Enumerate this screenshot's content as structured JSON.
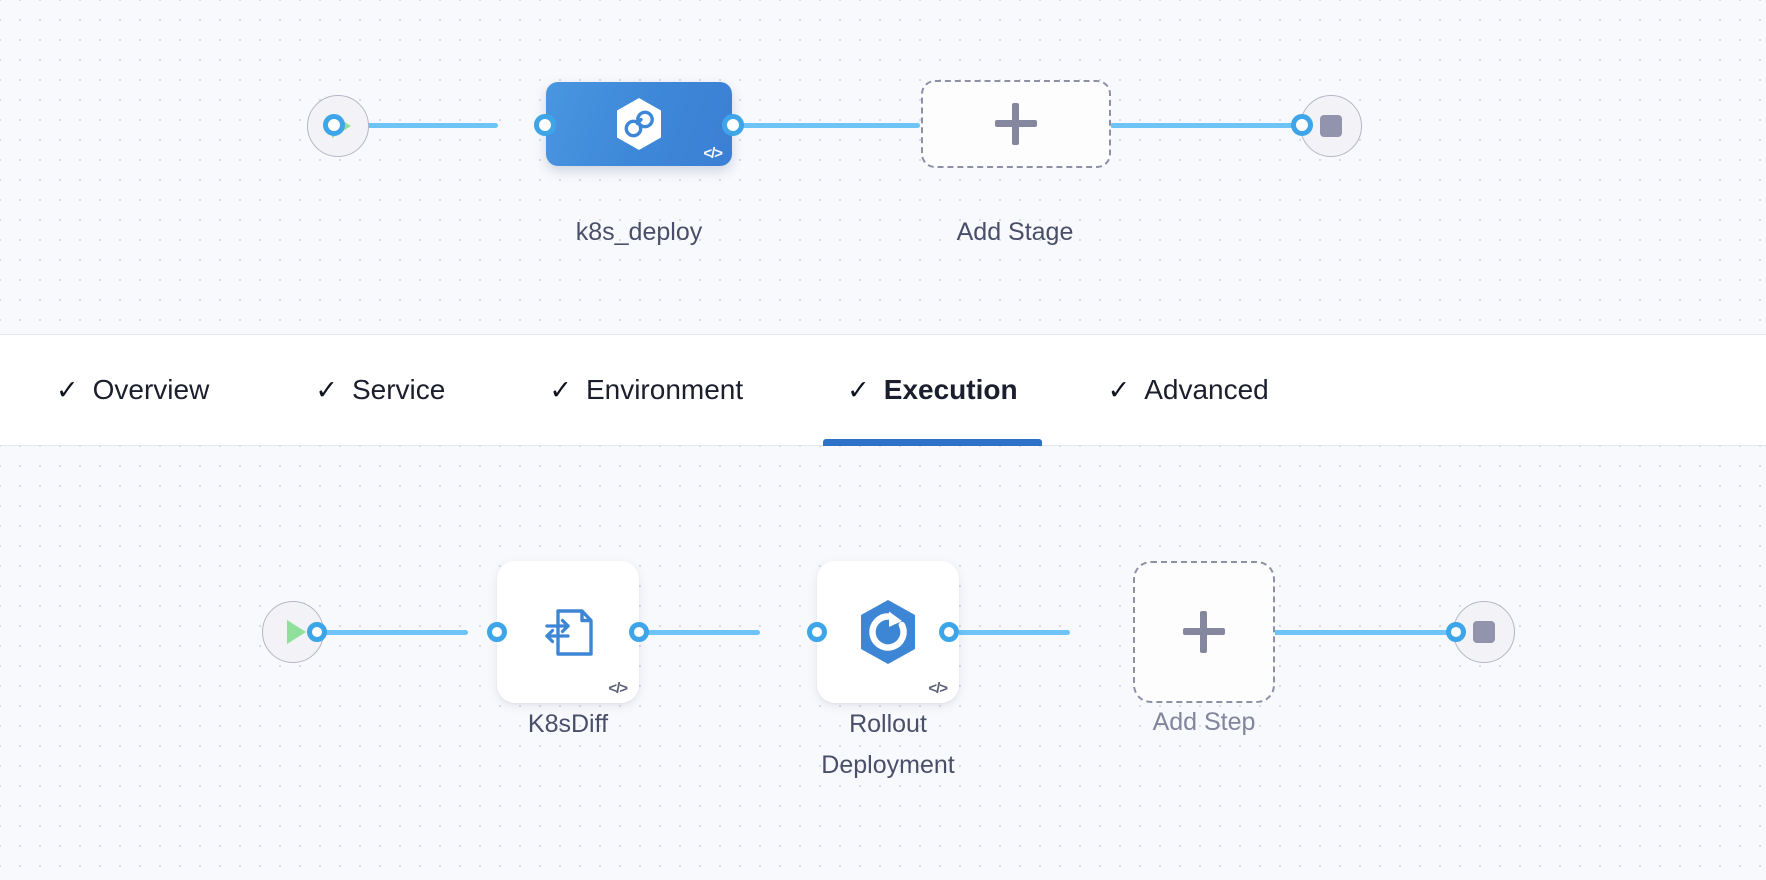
{
  "pipeline": {
    "stages": {
      "start_node": {
        "icon": "play-start-icon"
      },
      "end_node": {
        "icon": "stop-end-icon"
      },
      "items": [
        {
          "id": "k8s_deploy",
          "label": "k8s_deploy",
          "icon": "harness-cd-hexagon-icon",
          "badge": "</>",
          "type": "deploy-stage",
          "selected": true
        }
      ],
      "add_stage": {
        "label": "Add Stage",
        "icon": "plus-icon"
      }
    },
    "execution": {
      "start_node": {
        "icon": "play-start-icon"
      },
      "end_node": {
        "icon": "stop-end-icon"
      },
      "steps": [
        {
          "id": "k8sdiff",
          "label": "K8sDiff",
          "icon": "document-diff-arrows-icon",
          "badge": "</>"
        },
        {
          "id": "rollout_deployment",
          "label": "Rollout\nDeployment",
          "icon": "rollout-hexagon-refresh-icon",
          "badge": "</>"
        }
      ],
      "add_step": {
        "label": "Add Step",
        "icon": "plus-icon"
      }
    }
  },
  "tabs": {
    "items": [
      {
        "id": "overview",
        "label": "Overview",
        "check": "✓",
        "active": false
      },
      {
        "id": "service",
        "label": "Service",
        "check": "✓",
        "active": false
      },
      {
        "id": "environment",
        "label": "Environment",
        "check": "✓",
        "active": false
      },
      {
        "id": "execution",
        "label": "Execution",
        "check": "✓",
        "active": true
      },
      {
        "id": "advanced",
        "label": "Advanced",
        "check": "✓",
        "active": false
      }
    ]
  },
  "colors": {
    "canvas_bg": "#f8f9fc",
    "grid_dot": "#d9dae5",
    "edge": "#6ec4f7",
    "port_ring": "#3da5e8",
    "stage_blue": "#3e87d8",
    "step_icon_blue": "#3d86d6",
    "active_tab_underline": "#2d72c7",
    "play_green": "#90df9a",
    "stop_gray": "#9294ad",
    "dashed_border": "#8e90a6",
    "label_text": "#4a4e69"
  }
}
